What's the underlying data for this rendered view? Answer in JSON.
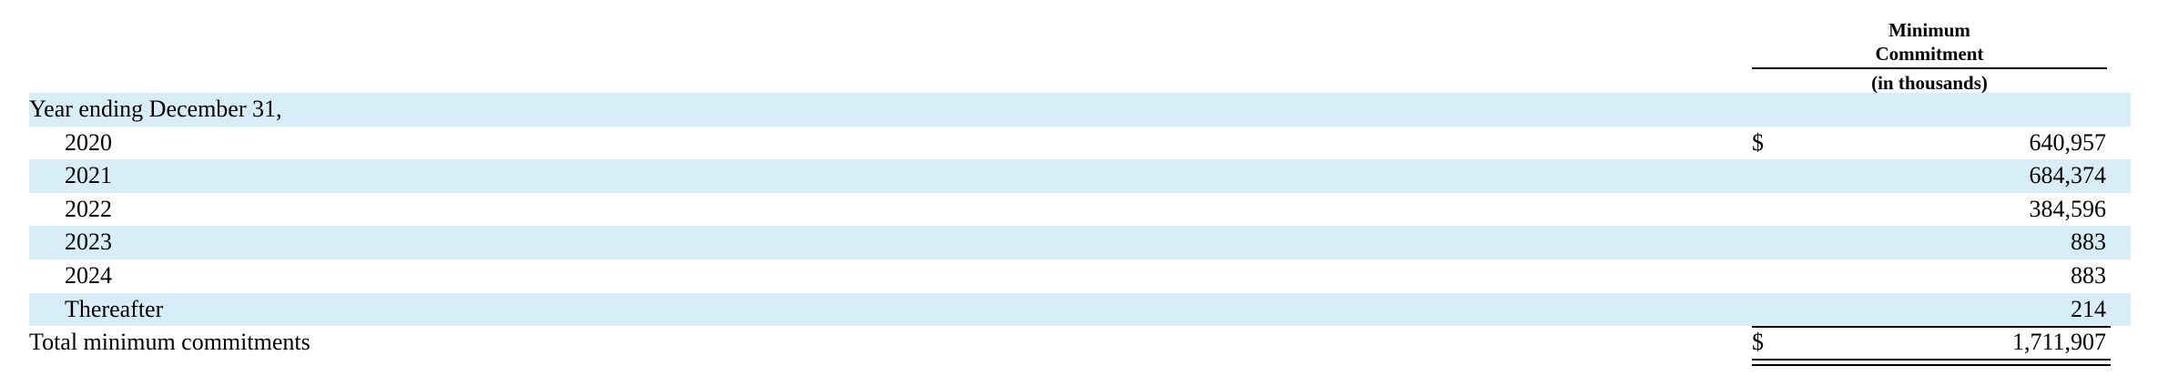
{
  "header": {
    "line1": "Minimum",
    "line2": "Commitment",
    "units": "(in thousands)"
  },
  "rows": [
    {
      "label": "Year ending December 31,",
      "dollar": "",
      "value": ""
    },
    {
      "label": "2020",
      "dollar": "$",
      "value": "640,957"
    },
    {
      "label": "2021",
      "dollar": "",
      "value": "684,374"
    },
    {
      "label": "2022",
      "dollar": "",
      "value": "384,596"
    },
    {
      "label": "2023",
      "dollar": "",
      "value": "883"
    },
    {
      "label": "2024",
      "dollar": "",
      "value": "883"
    },
    {
      "label": "Thereafter",
      "dollar": "",
      "value": "214"
    }
  ],
  "total": {
    "label": "Total minimum commitments",
    "dollar": "$",
    "value": "1,711,907"
  },
  "colors": {
    "row_shade": "#d7eef8",
    "text": "#000000"
  }
}
